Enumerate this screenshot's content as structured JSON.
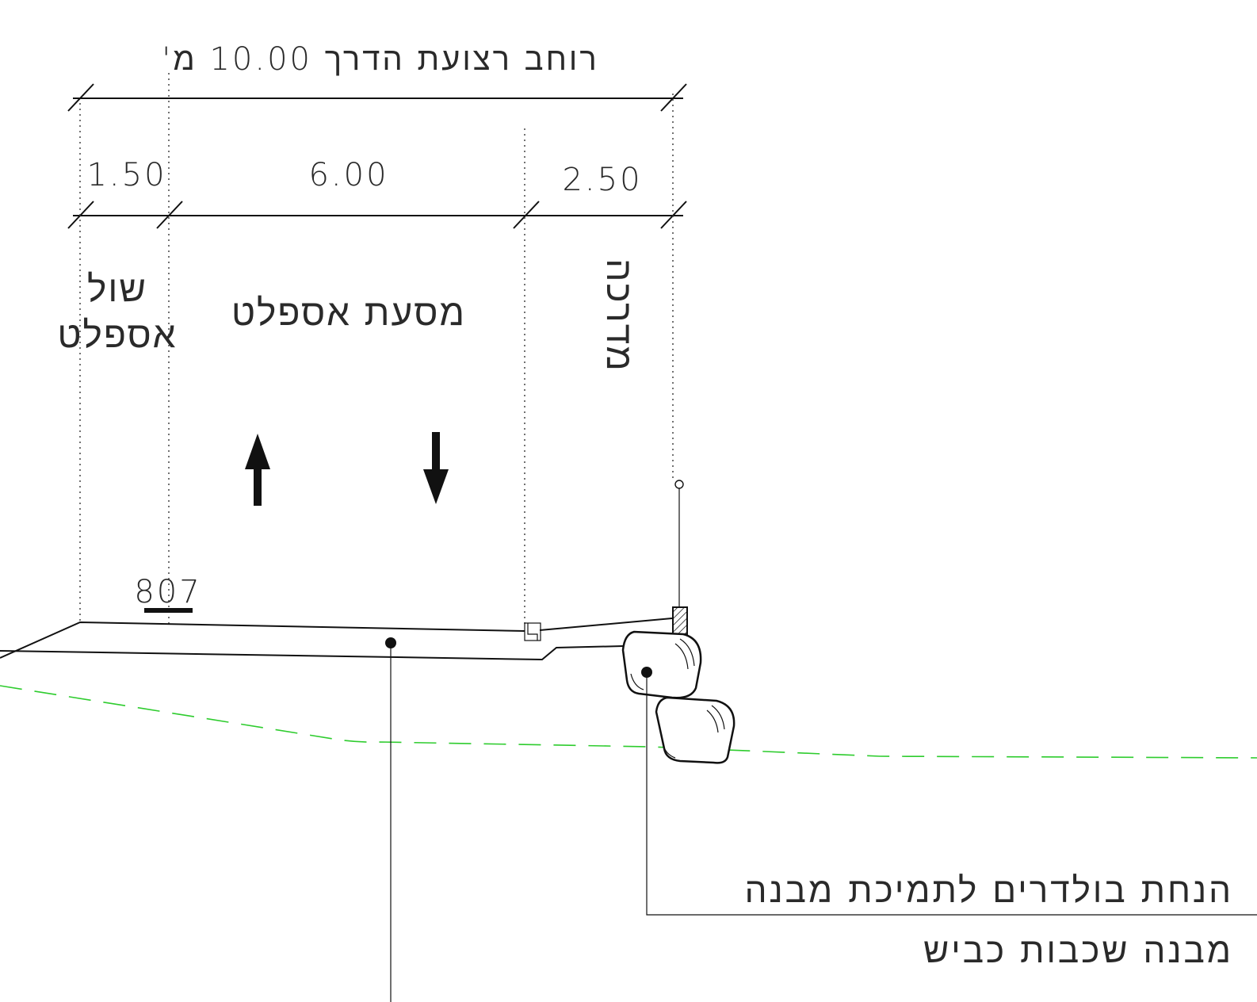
{
  "diagram": {
    "total_width_label": "רוחב רצועת הדרך 10.00 מ'",
    "segments": [
      {
        "name": "shoulder",
        "width_label": "1.50",
        "zone_label_line1": "שול",
        "zone_label_line2": "אספלט"
      },
      {
        "name": "carriageway",
        "width_label": "6.00",
        "zone_label": "מסעת אספלט"
      },
      {
        "name": "sidewalk",
        "width_label": "2.50",
        "zone_label": "מדרכה"
      }
    ],
    "elevation": "807",
    "notes": {
      "boulders": "הנחת בולדרים לתמיכת מבנה",
      "pavement_layers": "מבנה שכבות כביש"
    },
    "colors": {
      "ground_line": "#2ecc2e",
      "linework": "#111111",
      "text": "#2a2a2a"
    }
  }
}
